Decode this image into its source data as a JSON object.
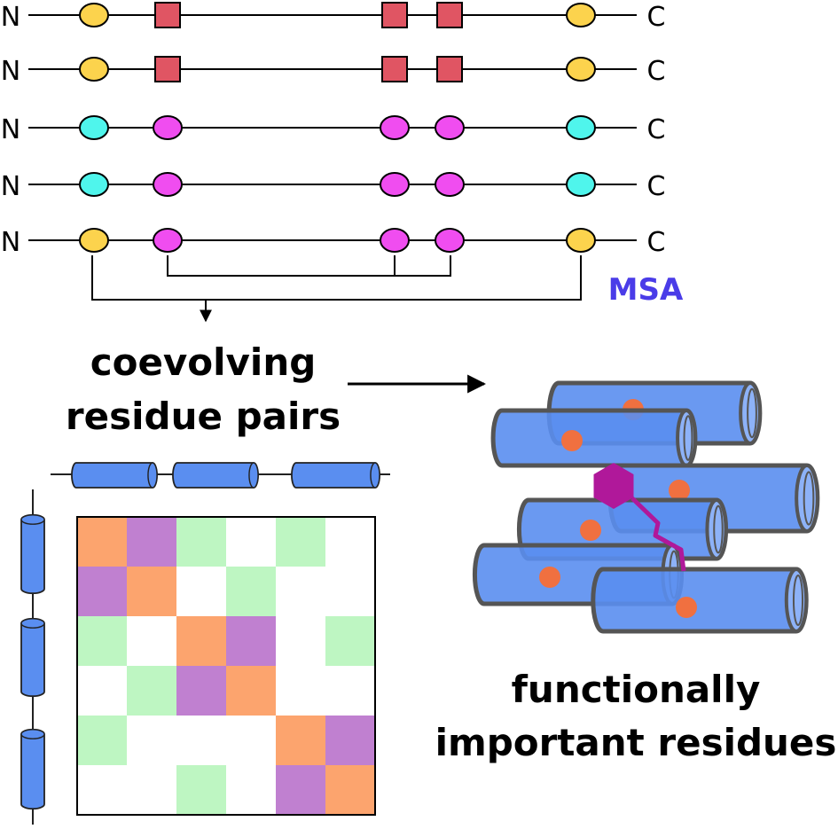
{
  "terminus": {
    "n": "N",
    "c": "C"
  },
  "msa_label": "MSA",
  "coevolving_text": {
    "line1": "coevolving",
    "line2": "residue pairs"
  },
  "functional_text": {
    "line1": "functionally",
    "line2": "important residues"
  },
  "colors": {
    "yellow": "#fcd34d",
    "red": "#e05563",
    "cyan": "#4ff5ec",
    "magenta": "#f04df0",
    "msa_blue": "#4a3ce8",
    "helix_blue": "#5a8ef0",
    "helix_light": "#8db2f8",
    "orange": "#fca46e",
    "purple": "#c080d0",
    "green": "#bef6c2",
    "residue_orange": "#f07040",
    "ligand_magenta": "#b0189a"
  },
  "sequences": [
    {
      "kinds": [
        "yellow-oval",
        "red-square",
        "red-square",
        "red-square",
        "yellow-oval"
      ]
    },
    {
      "kinds": [
        "yellow-oval",
        "red-square",
        "red-square",
        "red-square",
        "yellow-oval"
      ]
    },
    {
      "kinds": [
        "cyan-oval",
        "magenta-oval",
        "magenta-oval",
        "magenta-oval",
        "cyan-oval"
      ]
    },
    {
      "kinds": [
        "cyan-oval",
        "magenta-oval",
        "magenta-oval",
        "magenta-oval",
        "cyan-oval"
      ]
    },
    {
      "kinds": [
        "yellow-oval",
        "magenta-oval",
        "magenta-oval",
        "magenta-oval",
        "yellow-oval"
      ]
    }
  ],
  "contact_map": [
    [
      "orange",
      "purple",
      "green",
      "white",
      "green",
      "white"
    ],
    [
      "purple",
      "orange",
      "white",
      "green",
      "white",
      "white"
    ],
    [
      "green",
      "white",
      "orange",
      "purple",
      "white",
      "green"
    ],
    [
      "white",
      "green",
      "purple",
      "orange",
      "white",
      "white"
    ],
    [
      "green",
      "white",
      "white",
      "white",
      "orange",
      "purple"
    ],
    [
      "white",
      "white",
      "green",
      "white",
      "purple",
      "orange"
    ]
  ]
}
